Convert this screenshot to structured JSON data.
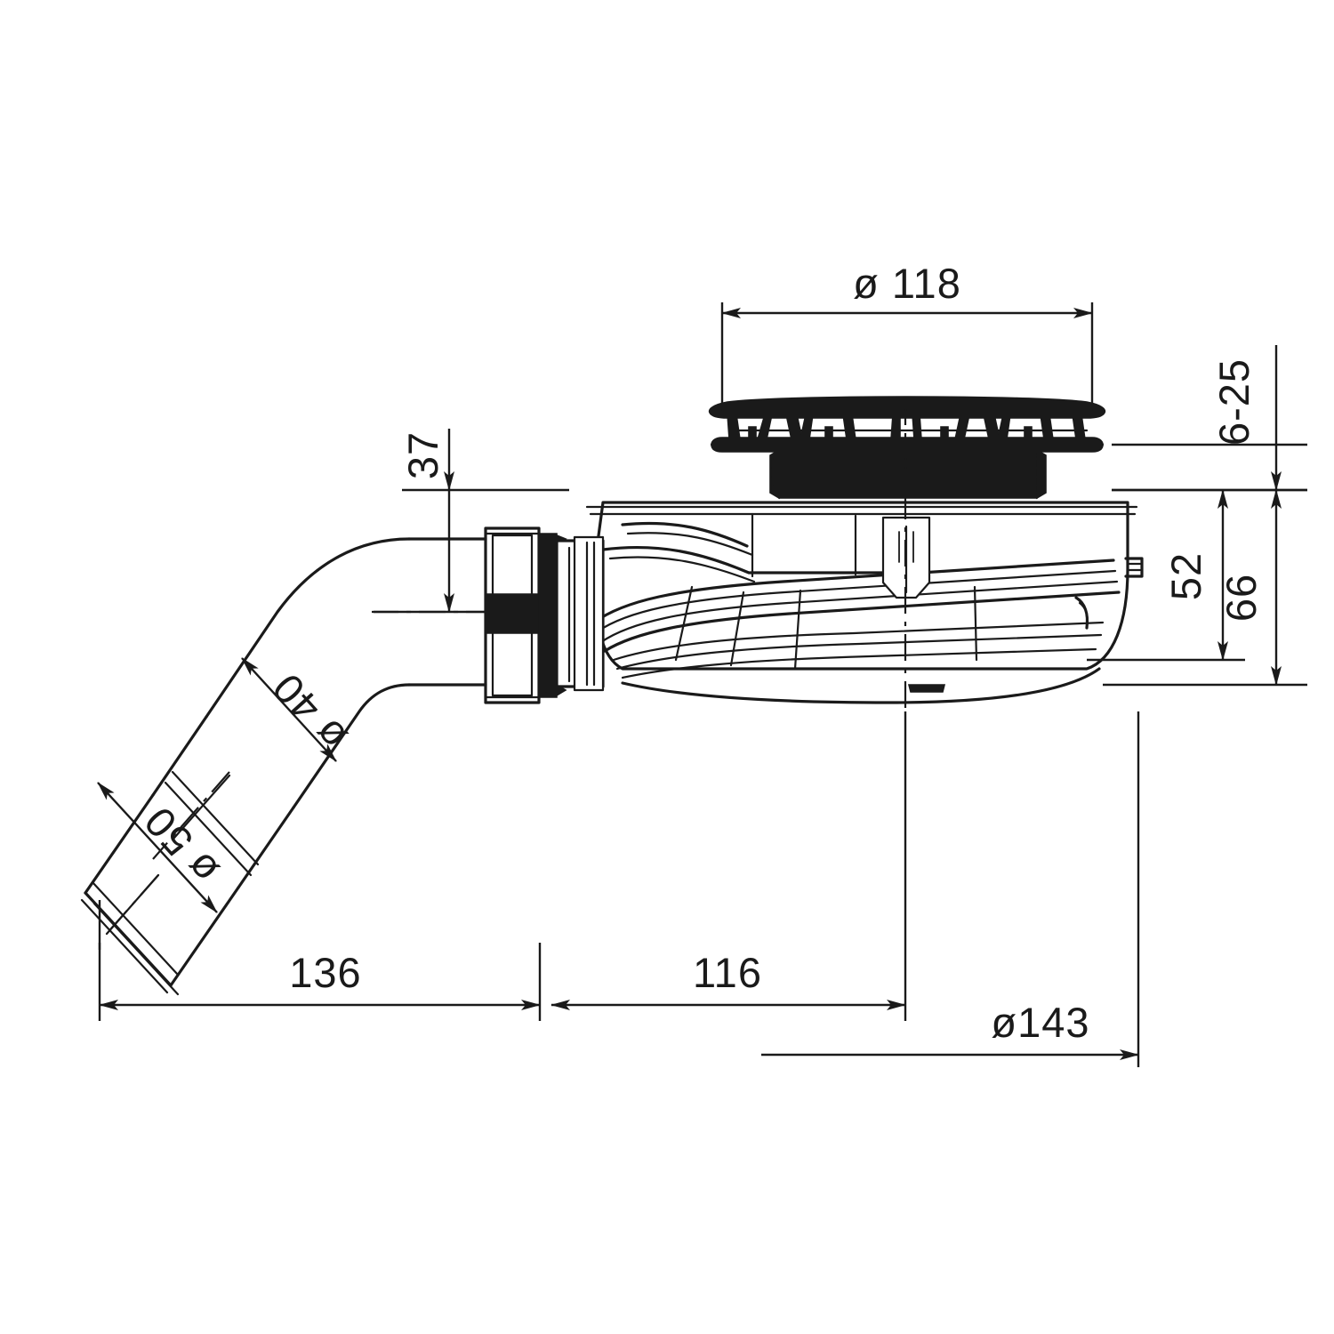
{
  "drawing": {
    "title": "Shower drain / waste trap technical section drawing",
    "type": "engineering-dimension-drawing",
    "units": "mm",
    "line_color": "#1a1a1a",
    "background_color": "#ffffff"
  },
  "dimensions": {
    "cap_diameter": "ø 118",
    "adjustment_range": "6-25",
    "inlet_height": "37",
    "body_inner_height": "52",
    "body_total_height": "66",
    "pipe_inner_diameter": "ø 40",
    "pipe_outer_diameter": "ø 50",
    "outlet_length": "136",
    "body_half_length": "116",
    "flange_diameter": "ø143"
  },
  "parts": {
    "cover_cap": "cover-cap",
    "grate_ribs": "grate-ribs",
    "adjust_thread": "adjustable-threaded-collar",
    "trap_body": "trap-body",
    "union_nut": "union-nut",
    "seal_gasket": "seal-gasket",
    "elbow_pipe": "elbow-outlet-pipe",
    "outlet_socket": "outlet-socket"
  }
}
